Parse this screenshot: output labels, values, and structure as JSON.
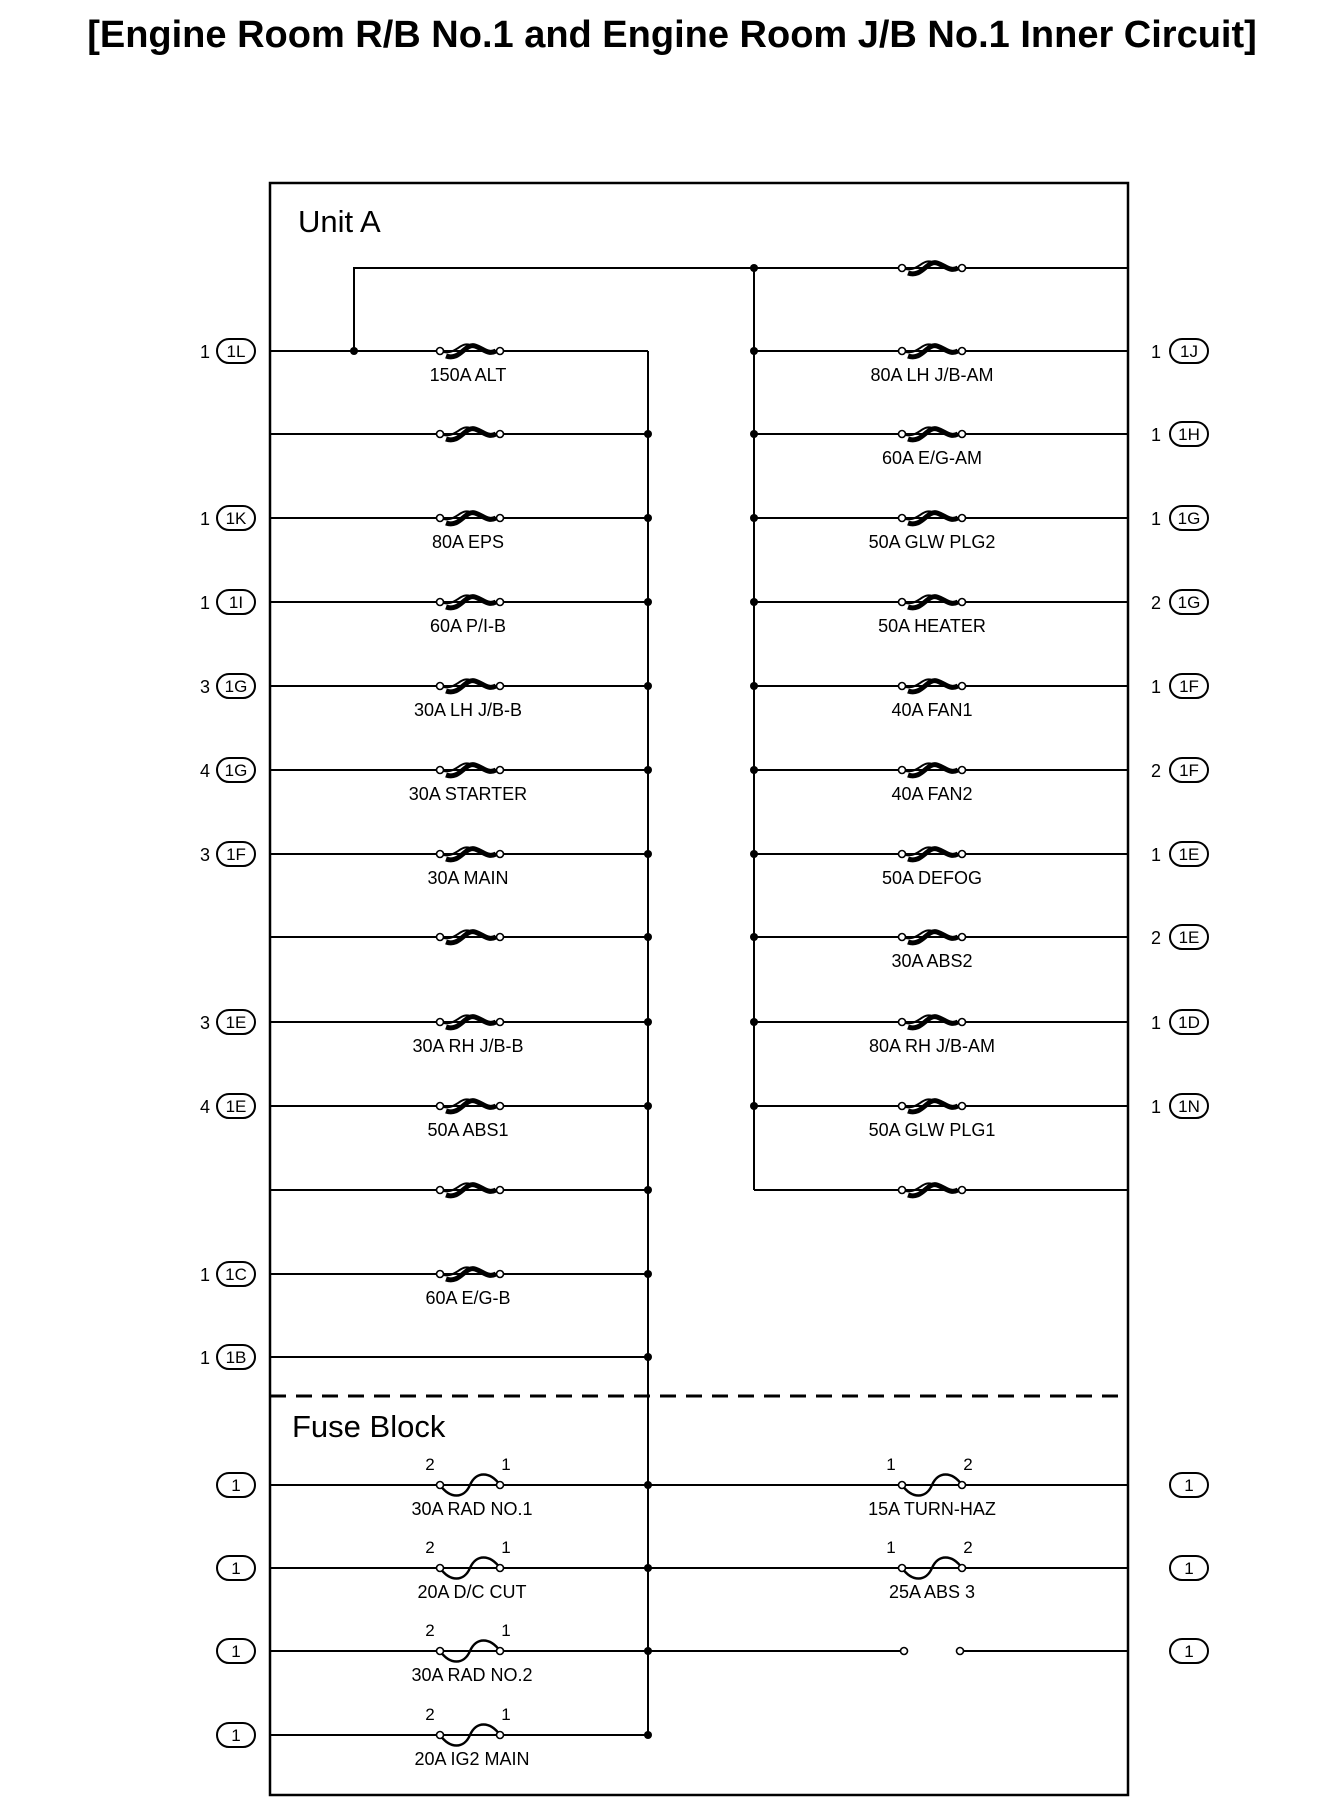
{
  "title": "[Engine Room R/B No.1 and Engine Room J/B No.1 Inner Circuit]",
  "unit_a": {
    "label": "Unit A",
    "left_rows": [
      {
        "fuse": "150A ALT",
        "pin": "1",
        "connector": "1L"
      },
      {
        "fuse": "",
        "pin": "",
        "connector": ""
      },
      {
        "fuse": "80A EPS",
        "pin": "1",
        "connector": "1K"
      },
      {
        "fuse": "60A P/I-B",
        "pin": "1",
        "connector": "1I"
      },
      {
        "fuse": "30A LH J/B-B",
        "pin": "3",
        "connector": "1G"
      },
      {
        "fuse": "30A STARTER",
        "pin": "4",
        "connector": "1G"
      },
      {
        "fuse": "30A MAIN",
        "pin": "3",
        "connector": "1F"
      },
      {
        "fuse": "",
        "pin": "",
        "connector": ""
      },
      {
        "fuse": "30A RH J/B-B",
        "pin": "3",
        "connector": "1E"
      },
      {
        "fuse": "50A ABS1",
        "pin": "4",
        "connector": "1E"
      },
      {
        "fuse": "",
        "pin": "",
        "connector": ""
      },
      {
        "fuse": "60A E/G-B",
        "pin": "1",
        "connector": "1C"
      },
      {
        "fuse": null,
        "pin": "1",
        "connector": "1B"
      }
    ],
    "right_rows": [
      {
        "fuse": "",
        "pin": "",
        "connector": ""
      },
      {
        "fuse": "80A LH J/B-AM",
        "pin": "1",
        "connector": "1J"
      },
      {
        "fuse": "60A E/G-AM",
        "pin": "1",
        "connector": "1H"
      },
      {
        "fuse": "50A GLW PLG2",
        "pin": "1",
        "connector": "1G"
      },
      {
        "fuse": "50A HEATER",
        "pin": "2",
        "connector": "1G"
      },
      {
        "fuse": "40A FAN1",
        "pin": "1",
        "connector": "1F"
      },
      {
        "fuse": "40A FAN2",
        "pin": "2",
        "connector": "1F"
      },
      {
        "fuse": "50A DEFOG",
        "pin": "1",
        "connector": "1E"
      },
      {
        "fuse": "30A ABS2",
        "pin": "2",
        "connector": "1E"
      },
      {
        "fuse": "80A RH J/B-AM",
        "pin": "1",
        "connector": "1D"
      },
      {
        "fuse": "50A GLW PLG1",
        "pin": "1",
        "connector": "1N"
      },
      {
        "fuse": "",
        "pin": "",
        "connector": ""
      }
    ]
  },
  "fuse_block": {
    "label": "Fuse Block",
    "left_rows": [
      {
        "fuse": "30A RAD NO.1",
        "pin_left": "2",
        "pin_right": "1",
        "connector": "1"
      },
      {
        "fuse": "20A D/C CUT",
        "pin_left": "2",
        "pin_right": "1",
        "connector": "1"
      },
      {
        "fuse": "30A RAD NO.2",
        "pin_left": "2",
        "pin_right": "1",
        "connector": "1"
      },
      {
        "fuse": "20A IG2 MAIN",
        "pin_left": "2",
        "pin_right": "1",
        "connector": "1"
      }
    ],
    "right_rows": [
      {
        "fuse": "15A TURN-HAZ",
        "pin_left": "1",
        "pin_right": "2",
        "connector": "1"
      },
      {
        "fuse": "25A ABS 3",
        "pin_left": "1",
        "pin_right": "2",
        "connector": "1"
      },
      {
        "fuse": null,
        "pin_left": "",
        "pin_right": "",
        "connector": "1"
      }
    ]
  }
}
